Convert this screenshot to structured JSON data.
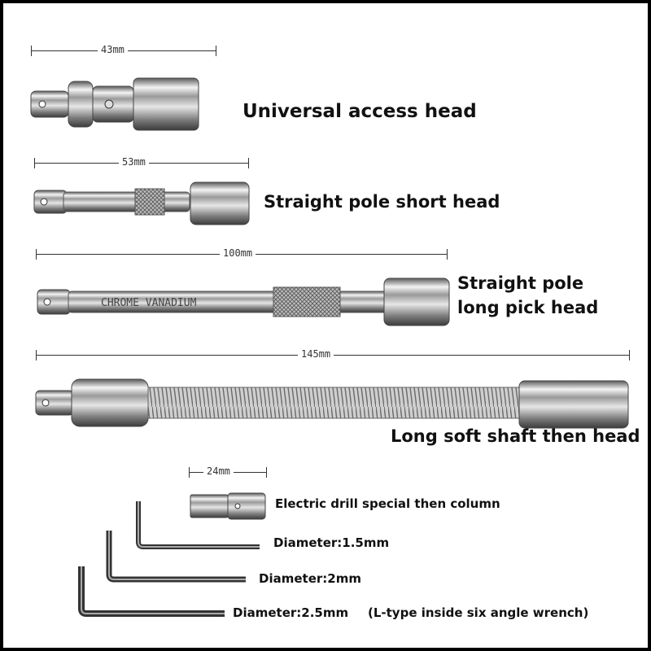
{
  "dimensions": {
    "universal": "43mm",
    "short": "53mm",
    "long": "100mm",
    "flex": "145mm",
    "drill": "24mm"
  },
  "labels": {
    "universal": "Universal access head",
    "short": "Straight pole short head",
    "long_line1": "Straight pole",
    "long_line2": "long pick head",
    "flex": "Long soft shaft then head",
    "drill": "Electric drill special then column",
    "hex1": "Diameter:1.5mm",
    "hex2": "Diameter:2mm",
    "hex3": "Diameter:2.5mm",
    "hex_note": "(L-type inside six angle wrench)"
  },
  "engraving": "CHROME VANADIUM",
  "colors": {
    "border": "#000000",
    "background": "#ffffff",
    "text": "#111111"
  }
}
